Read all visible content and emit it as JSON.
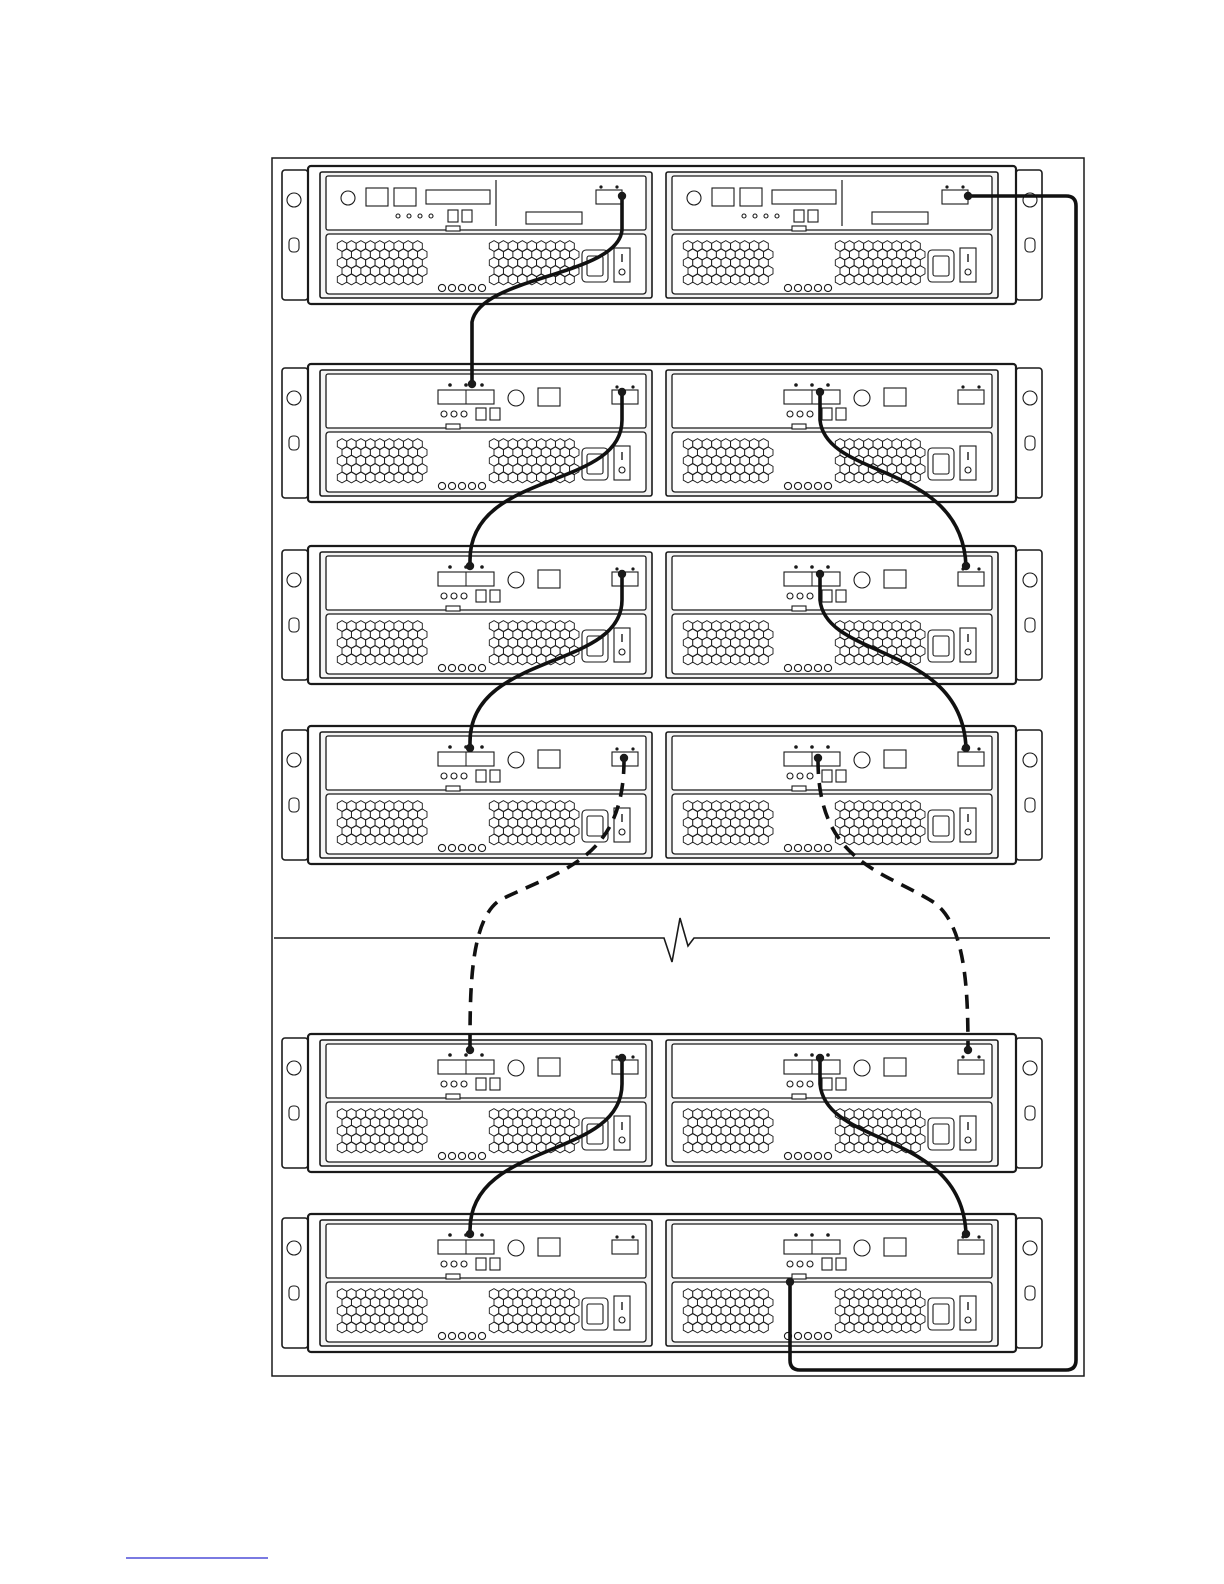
{
  "diagram": {
    "type": "rack-cabling",
    "shelves": [
      {
        "kind": "controller",
        "left_module": "controller",
        "right_module": "controller"
      },
      {
        "kind": "expansion"
      },
      {
        "kind": "expansion"
      },
      {
        "kind": "expansion"
      },
      {
        "kind": "expansion"
      },
      {
        "kind": "expansion"
      }
    ],
    "break_after_shelf": 3,
    "connections": [
      {
        "from": "shelf-1-left-out",
        "to": "shelf-2-left-in",
        "style": "solid"
      },
      {
        "from": "shelf-2-left-out",
        "to": "shelf-3-left-in",
        "style": "solid"
      },
      {
        "from": "shelf-3-left-out",
        "to": "shelf-4-left-in",
        "style": "solid"
      },
      {
        "from": "shelf-4-left-out",
        "to": "shelf-5-left-in",
        "style": "dashed"
      },
      {
        "from": "shelf-5-left-out",
        "to": "shelf-6-left-in",
        "style": "solid"
      },
      {
        "from": "shelf-2-right-in",
        "to": "shelf-3-right-out",
        "style": "solid"
      },
      {
        "from": "shelf-3-right-in",
        "to": "shelf-4-right-out",
        "style": "solid"
      },
      {
        "from": "shelf-4-right-in",
        "to": "shelf-5-right-out",
        "style": "dashed"
      },
      {
        "from": "shelf-5-right-in",
        "to": "shelf-6-right-out",
        "style": "solid"
      },
      {
        "from": "shelf-1-right-out",
        "to": "shelf-6-right-in",
        "style": "solid"
      }
    ],
    "colors": {
      "line": "#1a1a1a",
      "background": "#ffffff",
      "canister": "#f4f4f4",
      "footer_rule": "#2a2ad0"
    }
  }
}
